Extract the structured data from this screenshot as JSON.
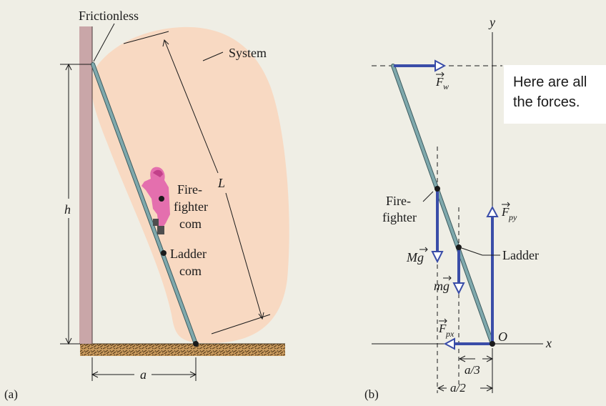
{
  "panel_a": {
    "panel_label": "(a)",
    "frictionless_label": "Frictionless",
    "system_label": "System",
    "height_label": "h",
    "length_label": "L",
    "base_label": "a",
    "firefighter_com_line1": "Fire-",
    "firefighter_com_line2": "fighter",
    "firefighter_com_line3": "com",
    "ladder_com_line1": "Ladder",
    "ladder_com_line2": "com"
  },
  "panel_b": {
    "panel_label": "(b)",
    "y_axis_label": "y",
    "x_axis_label": "x",
    "origin_label": "O",
    "wall_force_label": "F",
    "wall_force_subscript": "w",
    "pivot_y_force_label": "F",
    "pivot_y_force_subscript": "py",
    "pivot_x_force_label": "F",
    "pivot_x_force_subscript": "px",
    "firefighter_weight_label": "Mg",
    "ladder_weight_label": "mg",
    "firefighter_line1": "Fire-",
    "firefighter_line2": "fighter",
    "ladder_label": "Ladder",
    "third_distance_label": "a/3",
    "half_distance_label": "a/2"
  },
  "callout": {
    "line1": "Here are all",
    "line2": "the forces."
  },
  "colors": {
    "background": "#efeee5",
    "wall": "#c9a6a8",
    "system_blob": "#f8d9c2",
    "ladder": "#7fa9ad",
    "force_arrow": "#3a4da8",
    "firefighter": "#e46fae"
  }
}
